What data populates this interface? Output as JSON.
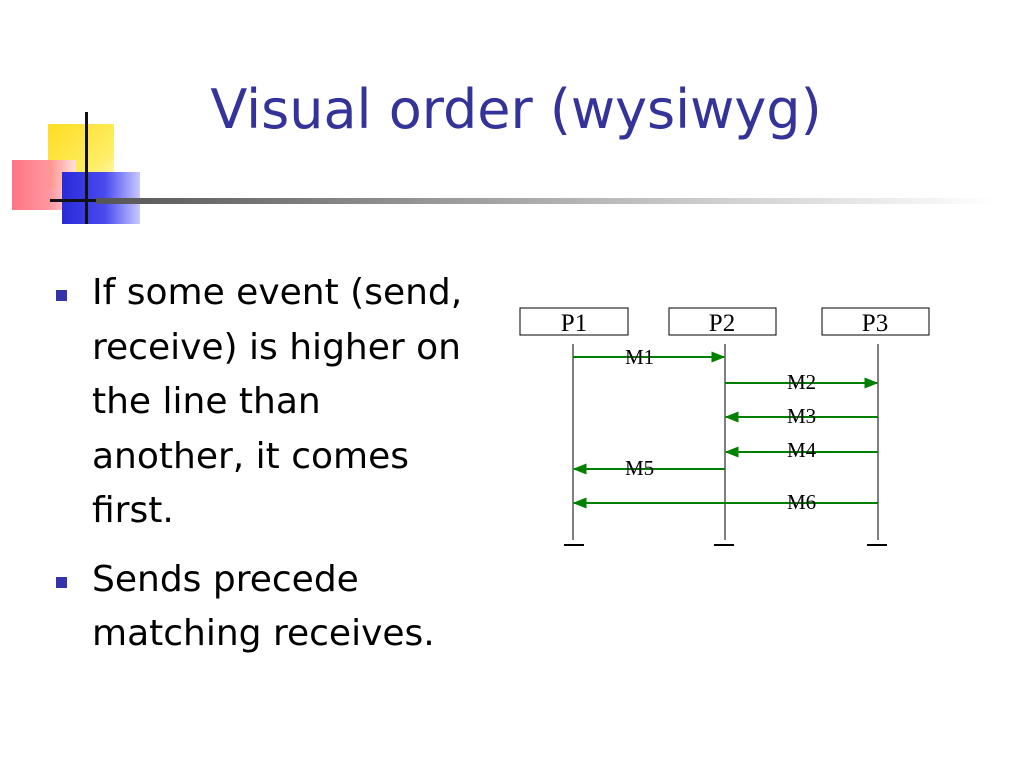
{
  "title": "Visual order (wysiwyg)",
  "bullets": [
    "If some event (send, receive) is higher on the line than another, it comes first.",
    "Sends precede matching receives."
  ],
  "diagram": {
    "processes": [
      "P1",
      "P2",
      "P3"
    ],
    "messages": [
      {
        "label": "M1",
        "from": "P1",
        "to": "P2"
      },
      {
        "label": "M2",
        "from": "P2",
        "to": "P3"
      },
      {
        "label": "M3",
        "from": "P3",
        "to": "P2"
      },
      {
        "label": "M4",
        "from": "P3",
        "to": "P2"
      },
      {
        "label": "M5",
        "from": "P2",
        "to": "P1"
      },
      {
        "label": "M6",
        "from": "P3",
        "to": "P1"
      }
    ],
    "arrow_color": "#008000"
  },
  "colors": {
    "title": "#33339a",
    "bullet_marker": "#3333aa",
    "text": "#000000"
  }
}
